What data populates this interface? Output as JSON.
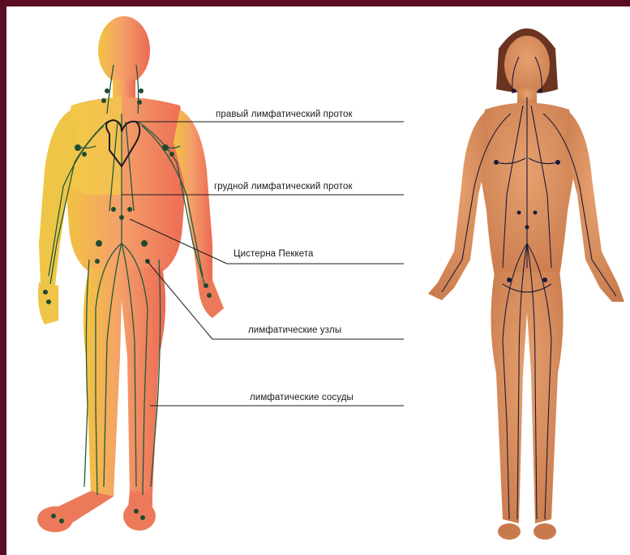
{
  "labels": {
    "right_duct": "правый лимфатический проток",
    "thoracic_duct": "грудной лимфатический проток",
    "cisterna": "Цистерна Пеккета",
    "nodes": "лимфатические узлы",
    "vessels": "лимфатические сосуды"
  },
  "colors": {
    "frame": "#5a0d22",
    "panel": "#ffffff",
    "body_left_red": "#f07a5a",
    "body_left_yellow": "#f3c94a",
    "body_right_skin": "#d9905a",
    "vessel_green": "#1f5a3a",
    "vessel_dark": "#1a1a3a"
  }
}
